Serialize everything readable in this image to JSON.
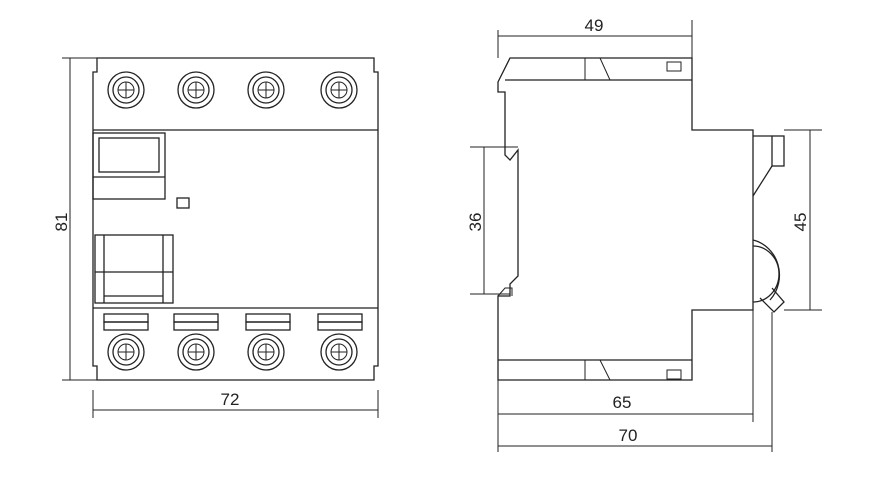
{
  "diagram": {
    "front_view": {
      "width_label": "72",
      "height_label": "81",
      "terminals_top": 4,
      "terminals_bottom": 4
    },
    "side_view": {
      "top_width_label": "49",
      "rail_height_label": "36",
      "body_height_label": "45",
      "depth_label_1": "65",
      "depth_label_2": "70"
    },
    "colors": {
      "line": "#222222",
      "background": "#ffffff"
    }
  }
}
